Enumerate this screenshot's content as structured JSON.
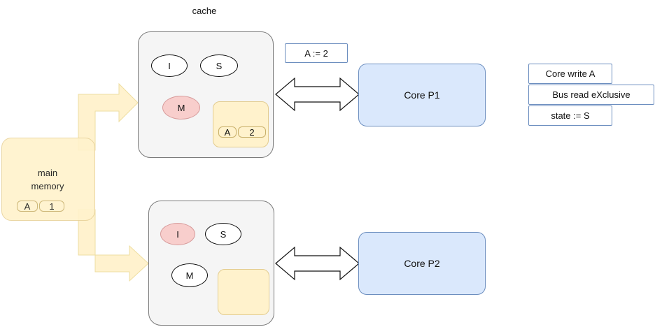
{
  "cache_label": "cache",
  "main_memory": {
    "label_line1": "main",
    "label_line2": "memory",
    "cell_key": "A",
    "cell_value": "1"
  },
  "cache_p1": {
    "states": [
      "I",
      "S",
      "M"
    ],
    "active_state": "M",
    "cell_key": "A",
    "cell_value": "2"
  },
  "cache_p2": {
    "states": [
      "I",
      "S",
      "M"
    ],
    "active_state": "I"
  },
  "core_p1": {
    "label": "Core P1",
    "note": "A := 2"
  },
  "core_p2": {
    "label": "Core P2"
  },
  "legend": [
    "Core write A",
    "Bus read eXclusive",
    "state := S"
  ],
  "colors": {
    "cache_bg": "#f5f5f5",
    "memory": "#fff2cc",
    "core": "#dae8fc",
    "active_state": "#f8cecc"
  }
}
